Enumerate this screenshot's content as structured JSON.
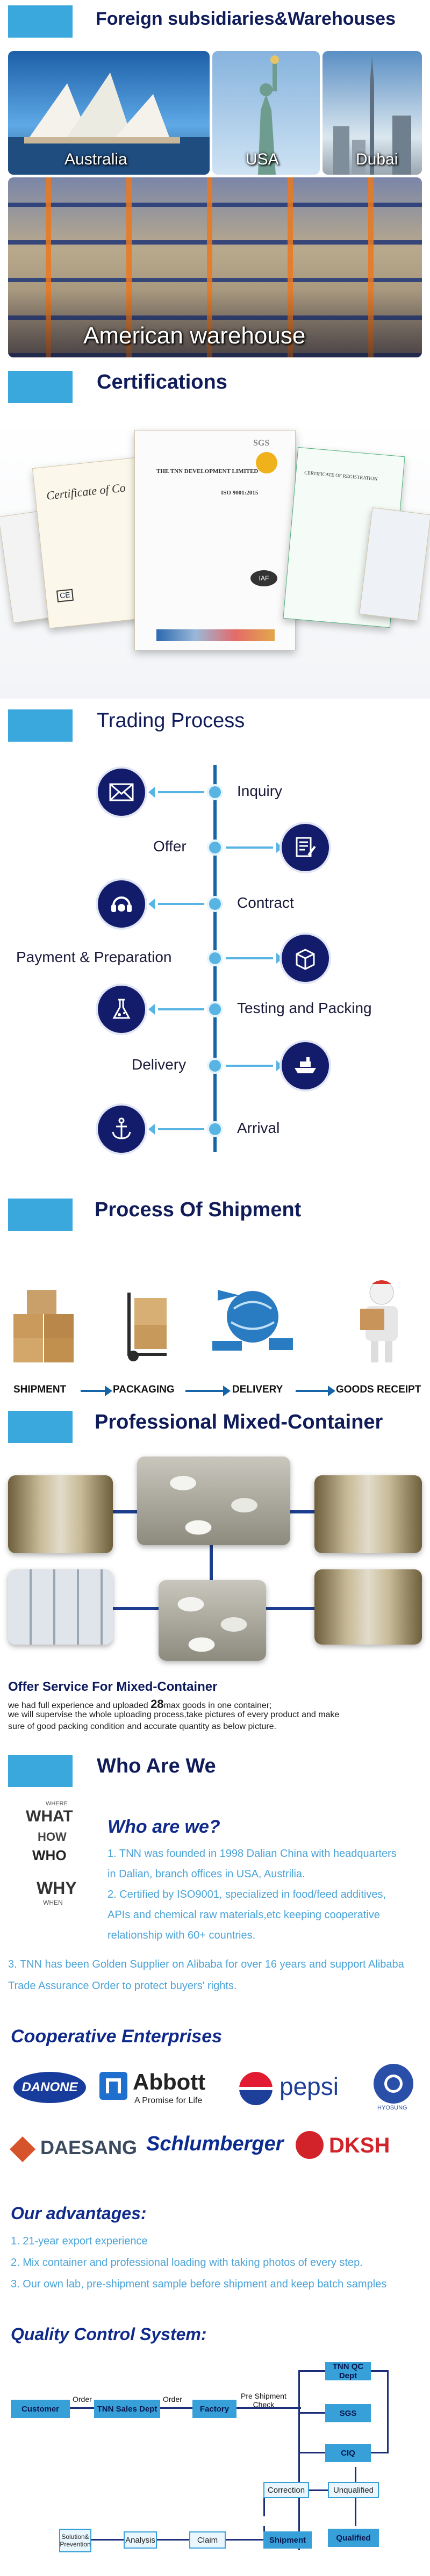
{
  "sections": {
    "foreign": "Foreign subsidiaries&Warehouses",
    "certifications": "Certifications",
    "trading": "Trading Process",
    "shipment": "Process Of Shipment",
    "mixed": "Professional Mixed-Container",
    "who": "Who Are We"
  },
  "warehouses": {
    "australia": "Australia",
    "usa": "USA",
    "dubai": "Dubai",
    "american": "American warehouse"
  },
  "certs": {
    "left_title": "Certificate of Co",
    "center_company": "THE TNN DEVELOPMENT LIMITED",
    "center_std": "ISO 9001:2015",
    "sgs": "SGS",
    "iaf": "IAF",
    "right_title": "CERTIFICATE OF REGISTRATION"
  },
  "trading": {
    "steps": [
      "Inquiry",
      "Offer",
      "Contract",
      "Payment & Preparation",
      "Testing and Packing",
      "Delivery",
      "Arrival"
    ]
  },
  "shipment": {
    "steps": [
      "SHIPMENT",
      "PACKAGING",
      "DELIVERY",
      "GOODS RECEIPT"
    ]
  },
  "mixed": {
    "heading": "Offer Service For Mixed-Container",
    "line1_pre": "we had full experience and uploaded ",
    "line1_num": "28",
    "line1_post": "max goods in one container;",
    "line2": "we will supervise the whole uploading process,take pictures of every product and make",
    "line3": "sure of good packing condition and accurate quantity as below picture."
  },
  "who": {
    "heading": "Who are we?",
    "p1a": "1. TNN was founded in 1998 Dalian China with headquarters",
    "p1b": "in Dalian, branch offices in USA, Austrilia.",
    "p2a": "2. Certified by ISO9001, specialized in food/feed additives,",
    "p2b": "APIs and chemical raw materials,etc keeping cooperative",
    "p2c": "relationship with 60+ countries.",
    "p3a": "3. TNN has been Golden Supplier on Alibaba for over 16 years and support Alibaba",
    "p3b": "Trade Assurance Order to protect buyers' rights.",
    "cloud": [
      "WHERE",
      "WHAT",
      "HOW",
      "WHO",
      "WHY",
      "WHEN"
    ]
  },
  "cooperative": {
    "heading": "Cooperative Enterprises",
    "logos": [
      "DANONE",
      "Abbott",
      "A Promise for Life",
      "pepsi",
      "HYOSUNG",
      "DAESANG",
      "Schlumberger",
      "DKSH"
    ]
  },
  "advantages": {
    "heading": "Our advantages:",
    "items": [
      "1. 21-year export experience",
      "2. Mix container and professional loading with taking photos of every step.",
      "3. Our own lab, pre-shipment sample before shipment and keep batch samples"
    ]
  },
  "qc": {
    "heading": "Quality Control System:",
    "customer": "Customer",
    "order1": "Order",
    "sales": "TNN Sales Dept",
    "order2": "Order",
    "factory": "Factory",
    "pre": "Pre Shipment\nCheck",
    "qcdept": "TNN QC Dept",
    "sgs": "SGS",
    "ciq": "CIQ",
    "correction": "Correction",
    "unqualified": "Unqualified",
    "solution": "Solution&\nPrevention",
    "analysis": "Analysis",
    "claim": "Claim",
    "shipment": "Shipment",
    "qualified": "Qualified"
  },
  "colors": {
    "accent": "#3aa7dd",
    "navy": "#101c59",
    "link": "#4aa3d8"
  }
}
